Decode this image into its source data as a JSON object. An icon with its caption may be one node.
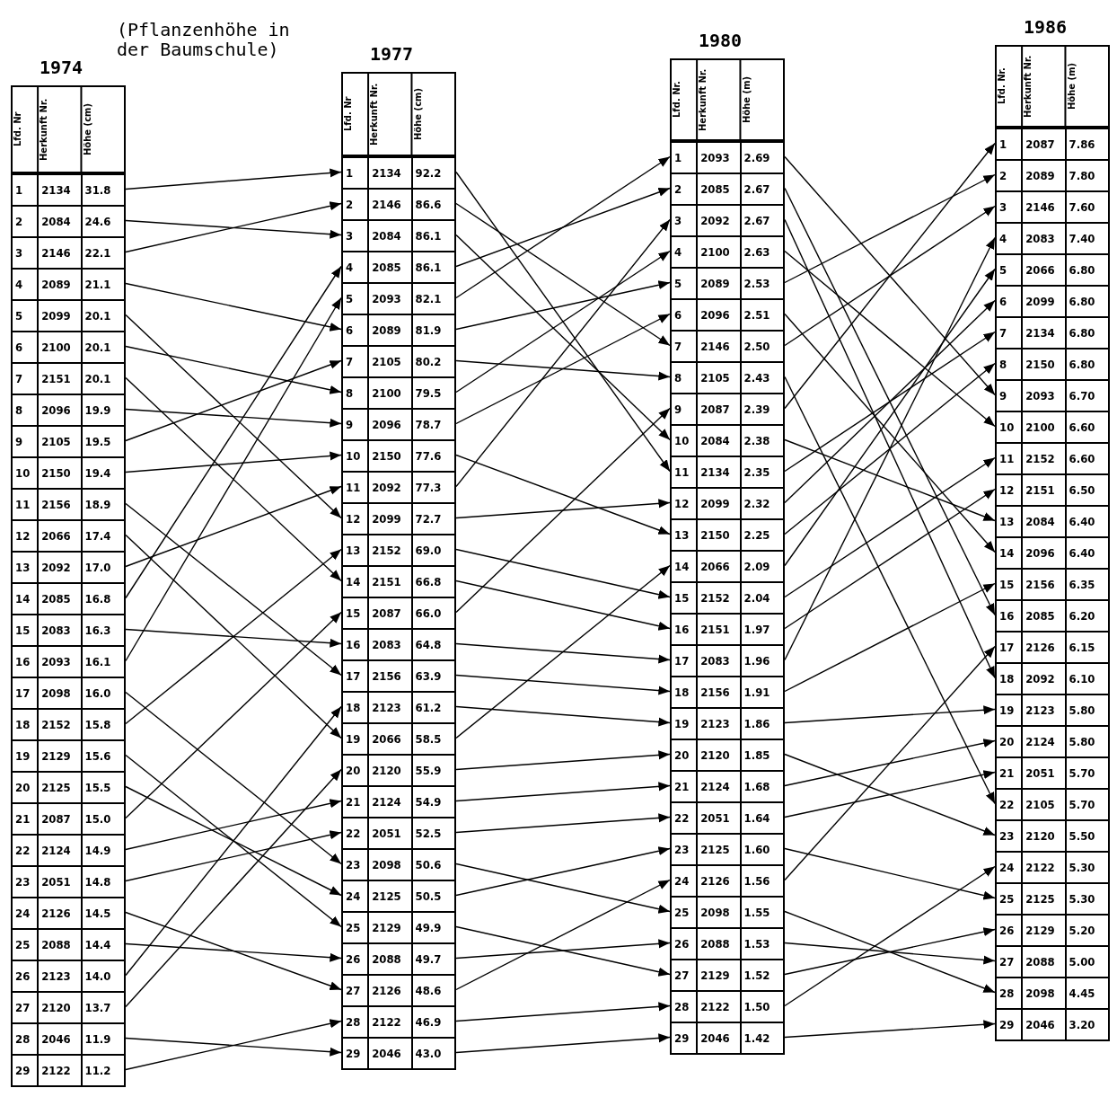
{
  "diagram": {
    "nodes": [
      {
        "text": [
          "1974",
          "Lfd. Nr",
          "Herkunft Nr.",
          "Höhe (cm)"
        ]
      },
      {
        "text": [
          "1",
          "2134",
          "31.8"
        ],
        "in": 0
      },
      {
        "text": [
          "2",
          "2084",
          "24.6"
        ],
        "in": 0
      },
      {
        "text": [
          "3",
          "2146",
          "22.1"
        ],
        "in": 0
      },
      {
        "text": [
          "4",
          "2089",
          "21.1"
        ],
        "in": 0
      },
      {
        "text": [
          "5",
          "2099",
          "20.1"
        ],
        "in": 0
      },
      {
        "text": [
          "6",
          "2100",
          "20.1"
        ],
        "in": 0
      },
      {
        "text": [
          "7",
          "2151",
          "20.1"
        ],
        "in": 0
      },
      {
        "text": [
          "8",
          "2096",
          "19.9"
        ],
        "in": 0
      },
      {
        "text": [
          "9",
          "2105",
          "19.5"
        ],
        "in": 0
      },
      {
        "text": [
          "10",
          "2150",
          "19.4"
        ],
        "in": 0
      },
      {
        "text": [
          "11",
          "2156",
          "18.9"
        ],
        "in": 0
      },
      {
        "text": [
          "12",
          "2066",
          "17.4"
        ],
        "in": 0
      },
      {
        "text": [
          "13",
          "2092",
          "17.0"
        ],
        "in": 0
      },
      {
        "text": [
          "14",
          "2085",
          "16.8"
        ],
        "in": 0
      },
      {
        "text": [
          "15",
          "2083",
          "16.3"
        ],
        "in": 0
      },
      {
        "text": [
          "16",
          "2093",
          "16.1"
        ],
        "in": 0
      },
      {
        "text": [
          "17",
          "2098",
          "16.0"
        ],
        "in": 0
      },
      {
        "text": [
          "18",
          "2152",
          "15.8"
        ],
        "in": 0
      },
      {
        "text": [
          "19",
          "2129",
          "15.6"
        ],
        "in": 0
      },
      {
        "text": [
          "20",
          "2125",
          "15.5"
        ],
        "in": 0
      },
      {
        "text": [
          "21",
          "2087",
          "15.0"
        ],
        "in": 0
      },
      {
        "text": [
          "22",
          "2124",
          "14.9"
        ],
        "in": 0
      },
      {
        "text": [
          "23",
          "2051",
          "14.8"
        ],
        "in": 0
      },
      {
        "text": [
          "24",
          "2126",
          "14.5"
        ],
        "in": 0
      },
      {
        "text": [
          "25",
          "2088",
          "14.4"
        ],
        "in": 0
      },
      {
        "text": [
          "26",
          "2123",
          "14.0"
        ],
        "in": 0
      },
      {
        "text": [
          "27",
          "2120",
          "13.7"
        ],
        "in": 0
      },
      {
        "text": [
          "28",
          "2046",
          "11.9"
        ],
        "in": 0
      },
      {
        "text": [
          "29",
          "2122",
          "11.2"
        ],
        "in": 0
      },
      {
        "text": [
          "1977",
          "Lfd. Nr",
          "Herkunft Nr.",
          "Höhe (cm)"
        ]
      },
      {
        "text": [
          "1",
          "2134",
          "92.2"
        ],
        "in": 30
      },
      {
        "text": [
          "2",
          "2146",
          "86.6"
        ],
        "in": 30
      },
      {
        "text": [
          "3",
          "2084",
          "86.1"
        ],
        "in": 30
      },
      {
        "text": [
          "4",
          "2085",
          "86.1"
        ],
        "in": 30
      },
      {
        "text": [
          "5",
          "2093",
          "82.1"
        ],
        "in": 30
      },
      {
        "text": [
          "6",
          "2089",
          "81.9"
        ],
        "in": 30
      },
      {
        "text": [
          "7",
          "2105",
          "80.2"
        ],
        "in": 30
      },
      {
        "text": [
          "8",
          "2100",
          "79.5"
        ],
        "in": 30
      },
      {
        "text": [
          "9",
          "2096",
          "78.7"
        ],
        "in": 30
      },
      {
        "text": [
          "10",
          "2150",
          "77.6"
        ],
        "in": 30
      },
      {
        "text": [
          "11",
          "2092",
          "77.3"
        ],
        "in": 30
      },
      {
        "text": [
          "12",
          "2099",
          "72.7"
        ],
        "in": 30
      },
      {
        "text": [
          "13",
          "2152",
          "69.0"
        ],
        "in": 30
      },
      {
        "text": [
          "14",
          "2151",
          "66.8"
        ],
        "in": 30
      },
      {
        "text": [
          "15",
          "2087",
          "66.0"
        ],
        "in": 30
      },
      {
        "text": [
          "16",
          "2083",
          "64.8"
        ],
        "in": 30
      },
      {
        "text": [
          "17",
          "2156",
          "63.9"
        ],
        "in": 30
      },
      {
        "text": [
          "18",
          "2123",
          "61.2"
        ],
        "in": 30
      },
      {
        "text": [
          "19",
          "2066",
          "58.5"
        ],
        "in": 30
      },
      {
        "text": [
          "20",
          "2120",
          "55.9"
        ],
        "in": 30
      },
      {
        "text": [
          "21",
          "2124",
          "54.9"
        ],
        "in": 30
      },
      {
        "text": [
          "22",
          "2051",
          "52.5"
        ],
        "in": 30
      },
      {
        "text": [
          "23",
          "2098",
          "50.6"
        ],
        "in": 30
      },
      {
        "text": [
          "24",
          "2125",
          "50.5"
        ],
        "in": 30
      },
      {
        "text": [
          "25",
          "2129",
          "49.9"
        ],
        "in": 30
      },
      {
        "text": [
          "26",
          "2088",
          "49.7"
        ],
        "in": 30
      },
      {
        "text": [
          "27",
          "2126",
          "48.6"
        ],
        "in": 30
      },
      {
        "text": [
          "28",
          "2122",
          "46.9"
        ],
        "in": 30
      },
      {
        "text": [
          "29",
          "2046",
          "43.0"
        ],
        "in": 30
      },
      {
        "text": [
          "1980",
          "Lfd. Nr.",
          "Herkunft Nr.",
          "Höhe (m)"
        ]
      },
      {
        "text": [
          "1",
          "2093",
          "2.69"
        ],
        "in": 60
      },
      {
        "text": [
          "2",
          "2085",
          "2.67"
        ],
        "in": 60
      },
      {
        "text": [
          "3",
          "2092",
          "2.67"
        ],
        "in": 60
      },
      {
        "text": [
          "4",
          "2100",
          "2.63"
        ],
        "in": 60
      },
      {
        "text": [
          "5",
          "2089",
          "2.53"
        ],
        "in": 60
      },
      {
        "text": [
          "6",
          "2096",
          "2.51"
        ],
        "in": 60
      },
      {
        "text": [
          "7",
          "2146",
          "2.50"
        ],
        "in": 60
      },
      {
        "text": [
          "8",
          "2105",
          "2.43"
        ],
        "in": 60
      },
      {
        "text": [
          "9",
          "2087",
          "2.39"
        ],
        "in": 60
      },
      {
        "text": [
          "10",
          "2084",
          "2.38"
        ],
        "in": 60
      },
      {
        "text": [
          "11",
          "2134",
          "2.35"
        ],
        "in": 60
      },
      {
        "text": [
          "12",
          "2099",
          "2.32"
        ],
        "in": 60
      },
      {
        "text": [
          "13",
          "2150",
          "2.25"
        ],
        "in": 60
      },
      {
        "text": [
          "14",
          "2066",
          "2.09"
        ],
        "in": 60
      },
      {
        "text": [
          "15",
          "2152",
          "2.04"
        ],
        "in": 60
      },
      {
        "text": [
          "16",
          "2151",
          "1.97"
        ],
        "in": 60
      },
      {
        "text": [
          "17",
          "2083",
          "1.96"
        ],
        "in": 60
      },
      {
        "text": [
          "18",
          "2156",
          "1.91"
        ],
        "in": 60
      },
      {
        "text": [
          "19",
          "2123",
          "1.86"
        ],
        "in": 60
      },
      {
        "text": [
          "20",
          "2120",
          "1.85"
        ],
        "in": 60
      },
      {
        "text": [
          "21",
          "2124",
          "1.68"
        ],
        "in": 60
      },
      {
        "text": [
          "22",
          "2051",
          "1.64"
        ],
        "in": 60
      },
      {
        "text": [
          "23",
          "2125",
          "1.60"
        ],
        "in": 60
      },
      {
        "text": [
          "24",
          "2126",
          "1.56"
        ],
        "in": 60
      },
      {
        "text": [
          "25",
          "2098",
          "1.55"
        ],
        "in": 60
      },
      {
        "text": [
          "26",
          "2088",
          "1.53"
        ],
        "in": 60
      },
      {
        "text": [
          "27",
          "2129",
          "1.52"
        ],
        "in": 60
      },
      {
        "text": [
          "28",
          "2122",
          "1.50"
        ],
        "in": 60
      },
      {
        "text": [
          "29",
          "2046",
          "1.42"
        ],
        "in": 60
      },
      {
        "text": [
          "1986",
          "Lfd. Nr.",
          "Herkunft Nr.",
          "Höhe (m)"
        ]
      },
      {
        "text": [
          "1",
          "2087",
          "7.86"
        ],
        "in": 90
      },
      {
        "text": [
          "2",
          "2089",
          "7.80"
        ],
        "in": 90
      },
      {
        "text": [
          "3",
          "2146",
          "7.60"
        ],
        "in": 90
      },
      {
        "text": [
          "4",
          "2083",
          "7.40"
        ],
        "in": 90
      },
      {
        "text": [
          "5",
          "2066",
          "6.80"
        ],
        "in": 90
      },
      {
        "text": [
          "6",
          "2099",
          "6.80"
        ],
        "in": 90
      },
      {
        "text": [
          "7",
          "2134",
          "6.80"
        ],
        "in": 90
      },
      {
        "text": [
          "8",
          "2150",
          "6.80"
        ],
        "in": 90
      },
      {
        "text": [
          "9",
          "2093",
          "6.70"
        ],
        "in": 90
      },
      {
        "text": [
          "10",
          "2100",
          "6.60"
        ],
        "in": 90
      },
      {
        "text": [
          "11",
          "2152",
          "6.60"
        ],
        "in": 90
      },
      {
        "text": [
          "12",
          "2151",
          "6.50"
        ],
        "in": 90
      },
      {
        "text": [
          "13",
          "2084",
          "6.40"
        ],
        "in": 90
      },
      {
        "text": [
          "14",
          "2096",
          "6.40"
        ],
        "in": 90
      },
      {
        "text": [
          "15",
          "2156",
          "6.35"
        ],
        "in": 90
      },
      {
        "text": [
          "16",
          "2085",
          "6.20"
        ],
        "in": 90
      },
      {
        "text": [
          "17",
          "2126",
          "6.15"
        ],
        "in": 90
      },
      {
        "text": [
          "18",
          "2092",
          "6.10"
        ],
        "in": 90
      },
      {
        "text": [
          "19",
          "2123",
          "5.80"
        ],
        "in": 90
      },
      {
        "text": [
          "20",
          "2124",
          "5.80"
        ],
        "in": 90
      },
      {
        "text": [
          "21",
          "2051",
          "5.70"
        ],
        "in": 90
      },
      {
        "text": [
          "22",
          "2105",
          "5.70"
        ],
        "in": 90
      },
      {
        "text": [
          "23",
          "2120",
          "5.50"
        ],
        "in": 90
      },
      {
        "text": [
          "24",
          "2122",
          "5.30"
        ],
        "in": 90
      },
      {
        "text": [
          "25",
          "2125",
          "5.30"
        ],
        "in": 90
      },
      {
        "text": [
          "26",
          "2129",
          "5.20"
        ],
        "in": 90
      },
      {
        "text": [
          "27",
          "2088",
          "5.00"
        ],
        "in": 90
      },
      {
        "text": [
          "28",
          "2098",
          "4.45"
        ],
        "in": 90
      },
      {
        "text": [
          "29",
          "2046",
          "3.20"
        ],
        "in": 90
      }
    ],
    "edges": [
      {
        "from": 1,
        "to": 31,
        "arrow": "to"
      },
      {
        "from": 2,
        "to": 33,
        "arrow": "to"
      },
      {
        "from": 3,
        "to": 32,
        "arrow": "to"
      },
      {
        "from": 4,
        "to": 36,
        "arrow": "to"
      },
      {
        "from": 5,
        "to": 42,
        "arrow": "to"
      },
      {
        "from": 6,
        "to": 38,
        "arrow": "to"
      },
      {
        "from": 7,
        "to": 44,
        "arrow": "to"
      },
      {
        "from": 8,
        "to": 39,
        "arrow": "to"
      },
      {
        "from": 9,
        "to": 37,
        "arrow": "to"
      },
      {
        "from": 10,
        "to": 40,
        "arrow": "to"
      },
      {
        "from": 11,
        "to": 47,
        "arrow": "to"
      },
      {
        "from": 12,
        "to": 49,
        "arrow": "to"
      },
      {
        "from": 13,
        "to": 41,
        "arrow": "to"
      },
      {
        "from": 14,
        "to": 34,
        "arrow": "to"
      },
      {
        "from": 15,
        "to": 46,
        "arrow": "to"
      },
      {
        "from": 16,
        "to": 35,
        "arrow": "to"
      },
      {
        "from": 17,
        "to": 53,
        "arrow": "to"
      },
      {
        "from": 18,
        "to": 43,
        "arrow": "to"
      },
      {
        "from": 19,
        "to": 55,
        "arrow": "to"
      },
      {
        "from": 20,
        "to": 54,
        "arrow": "to"
      },
      {
        "from": 21,
        "to": 45,
        "arrow": "to"
      },
      {
        "from": 22,
        "to": 51,
        "arrow": "to"
      },
      {
        "from": 23,
        "to": 52,
        "arrow": "to"
      },
      {
        "from": 24,
        "to": 57,
        "arrow": "to"
      },
      {
        "from": 25,
        "to": 56,
        "arrow": "to"
      },
      {
        "from": 26,
        "to": 48,
        "arrow": "to"
      },
      {
        "from": 27,
        "to": 50,
        "arrow": "to"
      },
      {
        "from": 28,
        "to": 59,
        "arrow": "to"
      },
      {
        "from": 29,
        "to": 58,
        "arrow": "to"
      },
      {
        "from": 31,
        "to": 71,
        "arrow": "to"
      },
      {
        "from": 32,
        "to": 67,
        "arrow": "to"
      },
      {
        "from": 33,
        "to": 70,
        "arrow": "to"
      },
      {
        "from": 34,
        "to": 62,
        "arrow": "to"
      },
      {
        "from": 35,
        "to": 61,
        "arrow": "to"
      },
      {
        "from": 36,
        "to": 65,
        "arrow": "to"
      },
      {
        "from": 37,
        "to": 68,
        "arrow": "to"
      },
      {
        "from": 38,
        "to": 64,
        "arrow": "to"
      },
      {
        "from": 39,
        "to": 66,
        "arrow": "to"
      },
      {
        "from": 40,
        "to": 73,
        "arrow": "to"
      },
      {
        "from": 41,
        "to": 63,
        "arrow": "to"
      },
      {
        "from": 42,
        "to": 72,
        "arrow": "to"
      },
      {
        "from": 43,
        "to": 75,
        "arrow": "to"
      },
      {
        "from": 44,
        "to": 76,
        "arrow": "to"
      },
      {
        "from": 45,
        "to": 69,
        "arrow": "to"
      },
      {
        "from": 46,
        "to": 77,
        "arrow": "to"
      },
      {
        "from": 47,
        "to": 78,
        "arrow": "to"
      },
      {
        "from": 48,
        "to": 79,
        "arrow": "to"
      },
      {
        "from": 49,
        "to": 74,
        "arrow": "to"
      },
      {
        "from": 50,
        "to": 80,
        "arrow": "to"
      },
      {
        "from": 51,
        "to": 81,
        "arrow": "to"
      },
      {
        "from": 52,
        "to": 82,
        "arrow": "to"
      },
      {
        "from": 53,
        "to": 85,
        "arrow": "to"
      },
      {
        "from": 54,
        "to": 83,
        "arrow": "to"
      },
      {
        "from": 55,
        "to": 87,
        "arrow": "to"
      },
      {
        "from": 56,
        "to": 86,
        "arrow": "to"
      },
      {
        "from": 57,
        "to": 84,
        "arrow": "to"
      },
      {
        "from": 58,
        "to": 88,
        "arrow": "to"
      },
      {
        "from": 59,
        "to": 89,
        "arrow": "to"
      },
      {
        "from": 61,
        "to": 99,
        "arrow": "to"
      },
      {
        "from": 62,
        "to": 106,
        "arrow": "to"
      },
      {
        "from": 63,
        "to": 108,
        "arrow": "to"
      },
      {
        "from": 64,
        "to": 100,
        "arrow": "to"
      },
      {
        "from": 65,
        "to": 92,
        "arrow": "to"
      },
      {
        "from": 66,
        "to": 104,
        "arrow": "to"
      },
      {
        "from": 67,
        "to": 93,
        "arrow": "to"
      },
      {
        "from": 68,
        "to": 112,
        "arrow": "to"
      },
      {
        "from": 69,
        "to": 91,
        "arrow": "to"
      },
      {
        "from": 70,
        "to": 103,
        "arrow": "to"
      },
      {
        "from": 71,
        "to": 97,
        "arrow": "to"
      },
      {
        "from": 72,
        "to": 96,
        "arrow": "to"
      },
      {
        "from": 73,
        "to": 98,
        "arrow": "to"
      },
      {
        "from": 74,
        "to": 95,
        "arrow": "to"
      },
      {
        "from": 75,
        "to": 101,
        "arrow": "to"
      },
      {
        "from": 76,
        "to": 102,
        "arrow": "to"
      },
      {
        "from": 77,
        "to": 94,
        "arrow": "to"
      },
      {
        "from": 78,
        "to": 105,
        "arrow": "to"
      },
      {
        "from": 79,
        "to": 109,
        "arrow": "to"
      },
      {
        "from": 80,
        "to": 113,
        "arrow": "to"
      },
      {
        "from": 81,
        "to": 110,
        "arrow": "to"
      },
      {
        "from": 82,
        "to": 111,
        "arrow": "to"
      },
      {
        "from": 83,
        "to": 115,
        "arrow": "to"
      },
      {
        "from": 84,
        "to": 107,
        "arrow": "to"
      },
      {
        "from": 85,
        "to": 118,
        "arrow": "to"
      },
      {
        "from": 86,
        "to": 117,
        "arrow": "to"
      },
      {
        "from": 87,
        "to": 116,
        "arrow": "to"
      },
      {
        "from": 88,
        "to": 114,
        "arrow": "to"
      },
      {
        "from": 89,
        "to": 119,
        "arrow": "to"
      }
    ],
    "labels": [
      "(Pflanzenhöhe in der Baumschule)"
    ]
  }
}
